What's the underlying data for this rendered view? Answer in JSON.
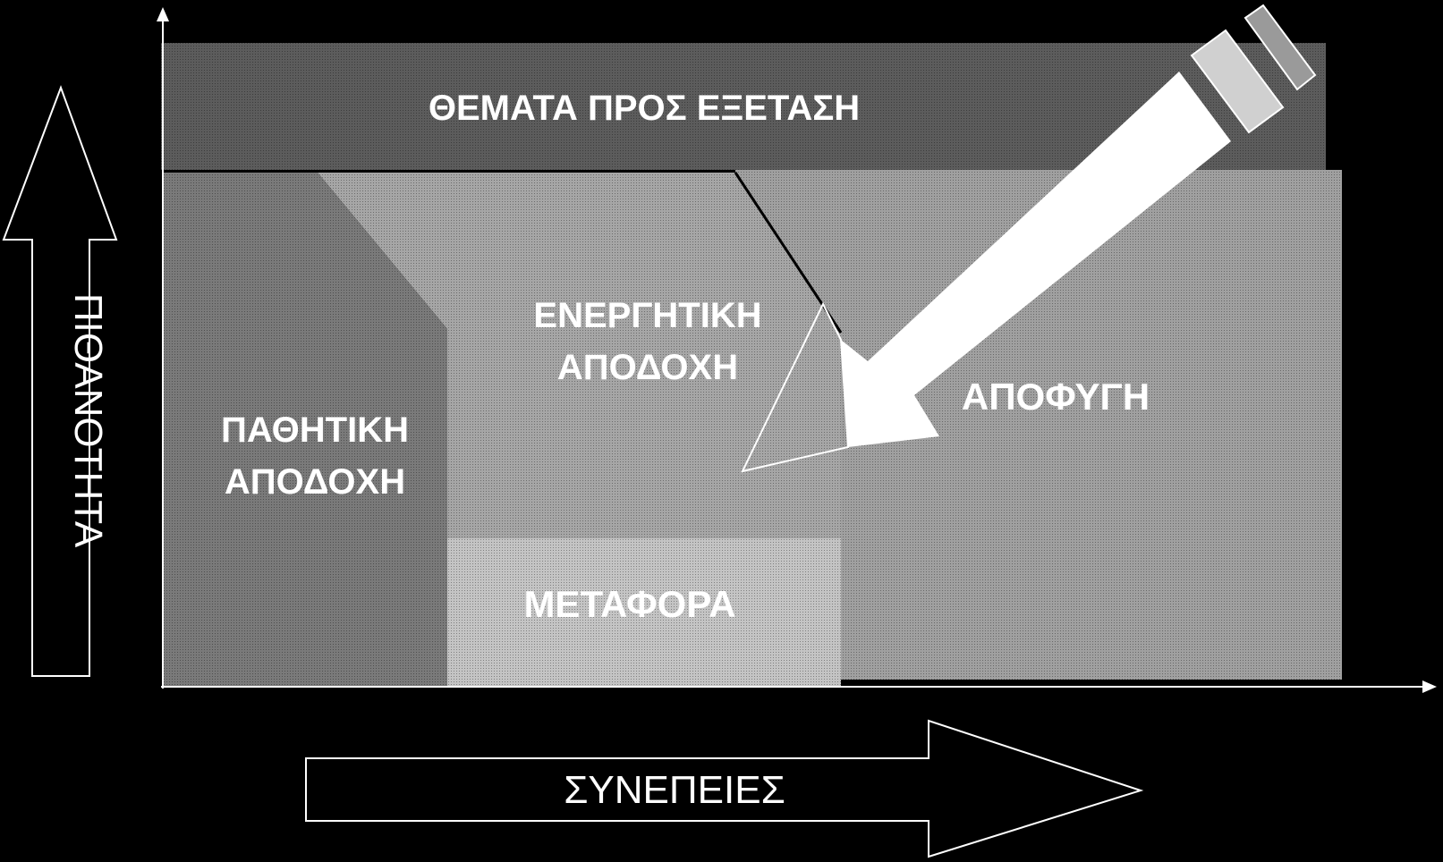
{
  "diagram": {
    "top_band_label": "ΘΕΜΑΤΑ ΠΡΟΣ  ΕΞΕΤΑΣΗ",
    "regions": {
      "passive_acceptance": [
        "ΠΑΘΗΤΙΚΗ",
        "ΑΠΟΔΟΧΗ"
      ],
      "active_acceptance": [
        "ΕΝΕΡΓΗΤΙΚΗ",
        "ΑΠΟΔΟΧΗ"
      ],
      "avoidance": "ΑΠΟΦΥΓΗ",
      "transfer": "ΜΕΤΑΦΟΡΑ"
    },
    "y_axis_label": "ΠΙΘΑΝΟΤΗΤΑ",
    "x_axis_label": "ΣΥΝΕΠΕΙΕΣ"
  },
  "colors": {
    "background": "#000000",
    "top_band": "#5c5c5c",
    "passive": "#7a7a7a",
    "active": "#a6a6a6",
    "avoidance": "#a0a0a0",
    "transfer": "#c4c4c4",
    "arrow": "#ffffff"
  },
  "icons": [
    "pencil-icon",
    "up-arrow-icon",
    "right-arrow-icon"
  ]
}
